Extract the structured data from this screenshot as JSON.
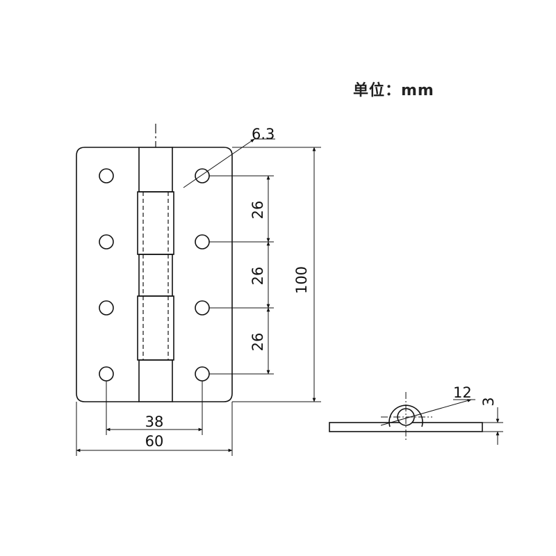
{
  "unit_label": "单位：mm",
  "dimensions": {
    "hole_diameter": "6.3",
    "hole_spacing_1": "26",
    "hole_spacing_2": "26",
    "hole_spacing_3": "26",
    "total_height": "100",
    "hole_column_spacing": "38",
    "total_width": "60",
    "knuckle_diameter": "12",
    "leaf_thickness": "3"
  }
}
